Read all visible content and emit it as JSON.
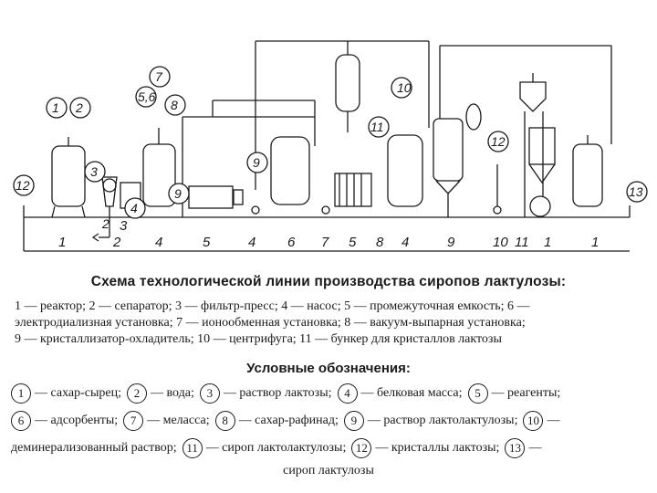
{
  "diagram": {
    "equipment_numbers": [
      "1",
      "2",
      "3",
      "4",
      "5",
      "4",
      "6",
      "7",
      "5",
      "8",
      "4",
      "9",
      "10",
      "11",
      "1",
      "1"
    ],
    "stream_circles": [
      "1",
      "2",
      "3",
      "4",
      "5,6",
      "7",
      "8",
      "9",
      "9",
      "10",
      "11",
      "12",
      "13",
      "2",
      "12"
    ]
  },
  "title": "Схема технологической линии производства сиропов лактулозы:",
  "equipment_legend": [
    "1 — реактор; 2 — сепаратор; 3 — фильтр-пресс; 4 — насос; 5 — промежуточная емкость; 6 —",
    "электродиализная установка; 7 — ионообменная установка; 8 — вакуум-выпарная установка;",
    "9 — кристаллизатор-охладитель; 10 — центрифуга; 11 — бункер для кристаллов лактозы"
  ],
  "notation_title": "Условные обозначения:",
  "notation_row1": [
    {
      "n": "1",
      "t": "— сахар-сырец;"
    },
    {
      "n": "2",
      "t": "— вода;"
    },
    {
      "n": "3",
      "t": "— раствор лактозы;"
    },
    {
      "n": "4",
      "t": "— белковая масса;"
    },
    {
      "n": "5",
      "t": "— реагенты;"
    }
  ],
  "notation_row2": [
    {
      "n": "6",
      "t": "— адсорбенты;"
    },
    {
      "n": "7",
      "t": "— меласса;"
    },
    {
      "n": "8",
      "t": "— сахар-рафинад;"
    },
    {
      "n": "9",
      "t": "— раствор лактолактулозы;"
    },
    {
      "n": "10",
      "t": "—"
    }
  ],
  "notation_row3": [
    {
      "n": "",
      "t": "деминерализованный раствор;"
    },
    {
      "n": "11",
      "t": "— сироп лактолактулозы;"
    },
    {
      "n": "12",
      "t": "— кристаллы лактозы;"
    },
    {
      "n": "13",
      "t": "—"
    }
  ],
  "final_line": "сироп лактулозы"
}
